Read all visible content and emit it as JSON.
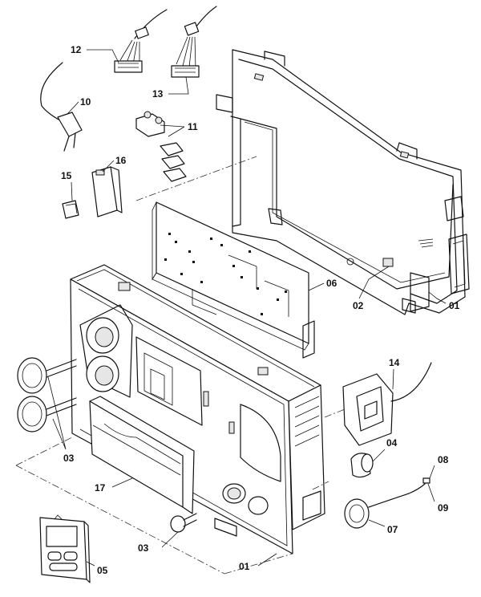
{
  "callouts": {
    "c01_frame": "01",
    "c01_panel": "01",
    "c02": "02",
    "c03_left": "03",
    "c03_bottom": "03",
    "c04": "04",
    "c05": "05",
    "c06": "06",
    "c07": "07",
    "c08": "08",
    "c09": "09",
    "c10": "10",
    "c11": "11",
    "c12": "12",
    "c13": "13",
    "c14": "14",
    "c15": "15",
    "c16": "16",
    "c17": "17"
  },
  "colors": {
    "line": "#111111",
    "background": "#ffffff",
    "shade": "#e6e6e6"
  }
}
